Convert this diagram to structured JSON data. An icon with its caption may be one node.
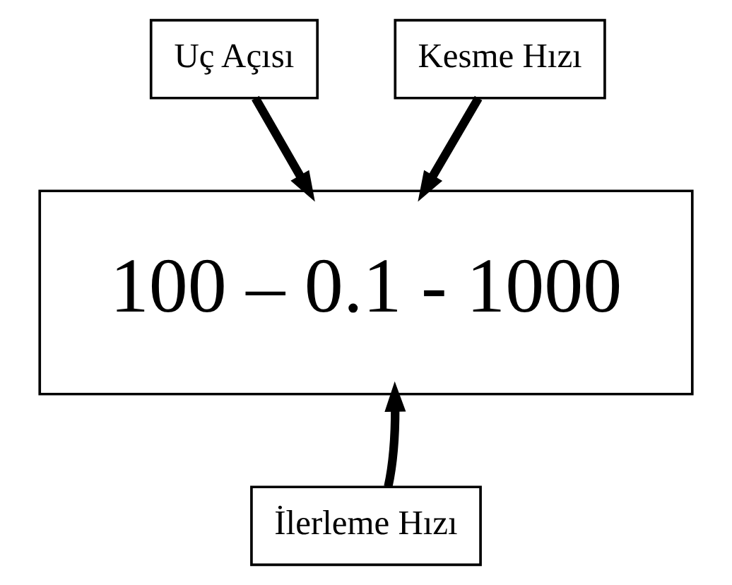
{
  "diagram": {
    "nodes": [
      {
        "text": [
          "Uç Açısı"
        ]
      },
      {
        "text": [
          "Kesme Hızı"
        ]
      },
      {
        "text": [
          "100 – 0.1 - 1000"
        ]
      },
      {
        "text": [
          "İlerleme Hızı"
        ]
      }
    ],
    "edges": [
      {
        "from": 0,
        "to": 2,
        "arrow": "to"
      },
      {
        "from": 1,
        "to": 2,
        "arrow": "to"
      },
      {
        "from": 3,
        "to": 2,
        "arrow": "to"
      }
    ]
  }
}
